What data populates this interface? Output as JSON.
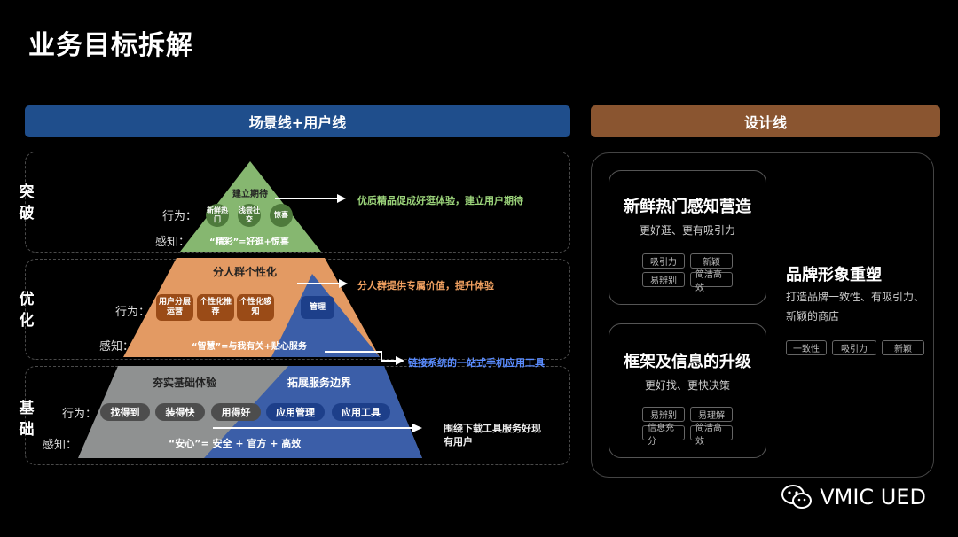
{
  "page": {
    "title": "业务目标拆解"
  },
  "headers": {
    "left": "场景线+用户线",
    "right": "设计线"
  },
  "bands": [
    {
      "label": "突破"
    },
    {
      "label": "优化"
    },
    {
      "label": "基础"
    }
  ],
  "pyramid": {
    "top": {
      "title": "建立期待",
      "behavior_label": "行为：",
      "perception_label": "感知：",
      "items": [
        "新鲜热门",
        "浅尝社交",
        "惊喜"
      ],
      "perception": "“精彩”=好逛+惊喜",
      "note": "优质精品促成好逛体验，建立用户期待"
    },
    "middle": {
      "title": "分人群个性化",
      "behavior_label": "行为：",
      "perception_label": "感知：",
      "items": [
        "用户分层运营",
        "个性化推荐",
        "个性化感知"
      ],
      "blue_item": "管理",
      "perception": "“智慧”=与我有关+贴心服务",
      "note": "分人群提供专属价值，提升体验",
      "link_note": "链接系统的一站式手机应用工具"
    },
    "bottom": {
      "left_title": "夯实基础体验",
      "right_title": "拓展服务边界",
      "behavior_label": "行为：",
      "perception_label": "感知：",
      "items": [
        "找得到",
        "装得快",
        "用得好"
      ],
      "blue_items": [
        "应用管理",
        "应用工具"
      ],
      "perception": "“安心”= 安全 + 官方 + 高效",
      "note": "围绕下载工具服务好现有用户"
    }
  },
  "design": {
    "card1": {
      "title": "新鲜热门感知营造",
      "subtitle": "更好逛、更有吸引力",
      "tags": [
        "吸引力",
        "新颖",
        "易辨别",
        "简洁高效"
      ]
    },
    "card2": {
      "title": "框架及信息的升级",
      "subtitle": "更好找、更快决策",
      "tags": [
        "易辨别",
        "易理解",
        "信息充分",
        "简洁高效"
      ]
    },
    "brand": {
      "title": "品牌形象重塑",
      "subtitle": "打造品牌一致性、有吸引力、新颖的商店",
      "tags": [
        "一致性",
        "吸引力",
        "新颖"
      ]
    }
  },
  "footer": {
    "brand": "VMIC UED",
    "icon": "wechat-icon"
  },
  "colors": {
    "blue_header": "#1f4e8c",
    "brown_header": "#8a5530",
    "green_tier": "#86b770",
    "orange_tier": "#e39a63",
    "blue_tier": "#3b5ea8"
  }
}
